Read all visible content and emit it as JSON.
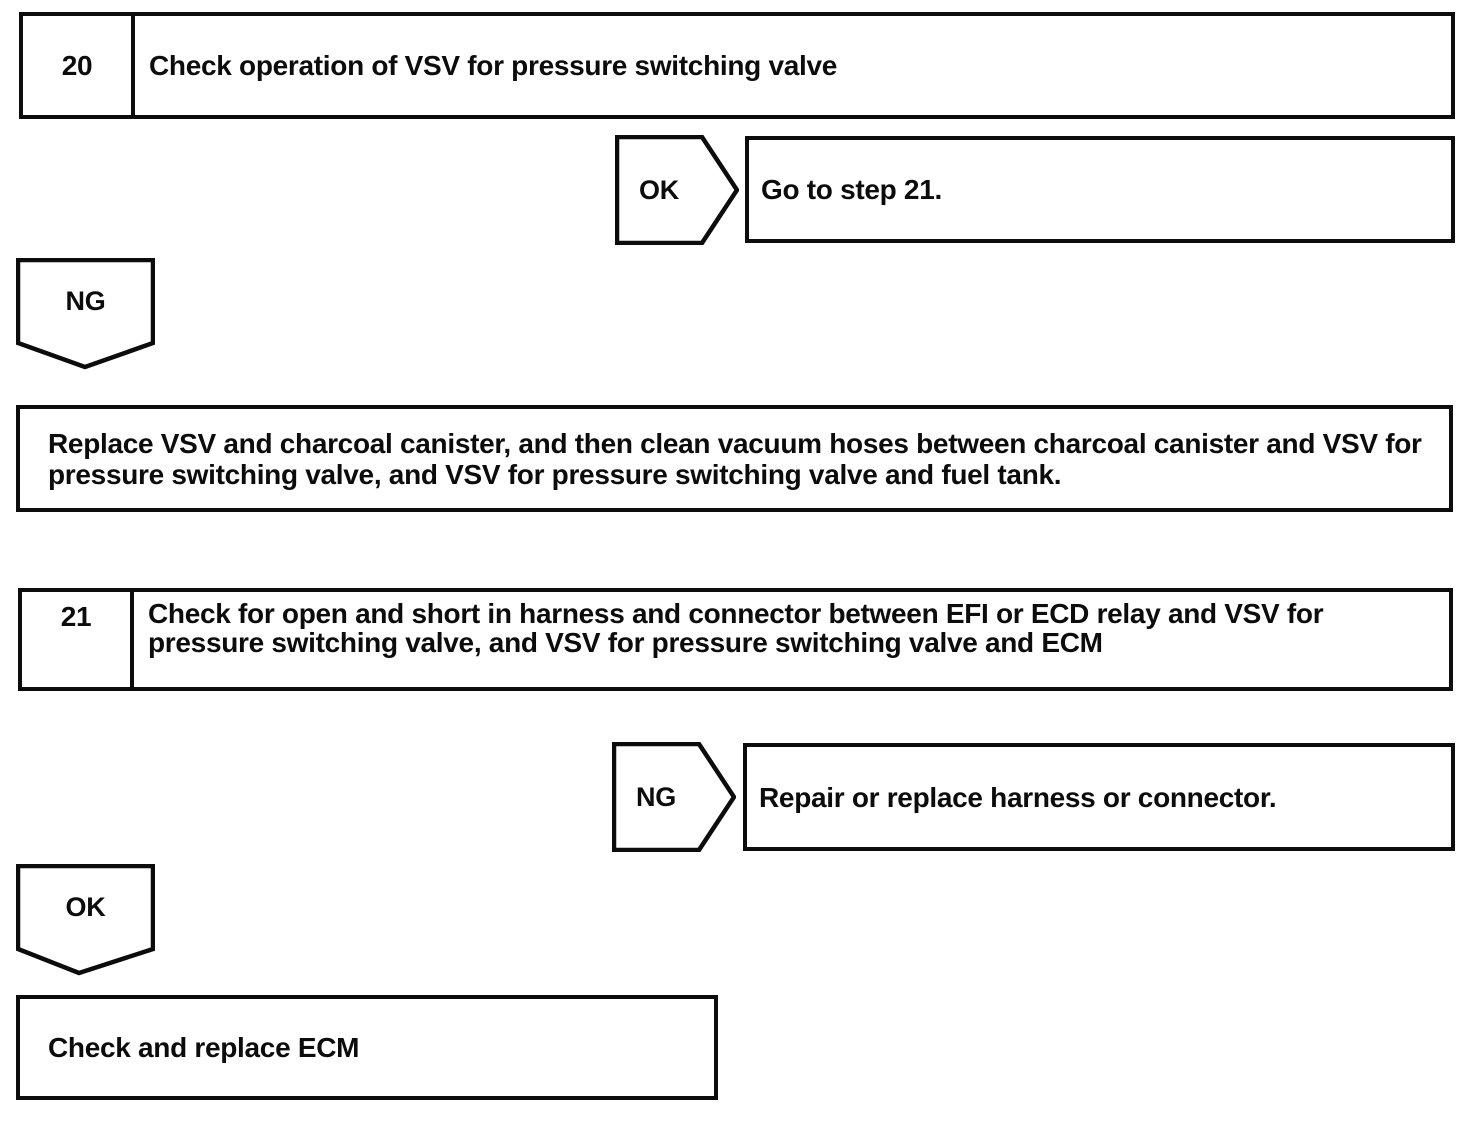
{
  "colors": {
    "line": "#0c0c0c",
    "background": "#ffffff",
    "text": "#0c0c0c"
  },
  "steps": [
    {
      "number": "20",
      "title": "Check operation of VSV for pressure switching valve",
      "ok": {
        "label": "OK",
        "result": "Go to step 21."
      },
      "ng": {
        "label": "NG",
        "result": "Replace VSV and charcoal canister, and then clean vacuum hoses between charcoal canister and VSV for pressure switching valve, and VSV for pressure switching valve and fuel tank."
      }
    },
    {
      "number": "21",
      "title": "Check for open and short in harness and connector between EFI or ECD relay and VSV for pressure switching valve, and VSV for pressure switching valve and ECM",
      "ng": {
        "label": "NG",
        "result": "Repair or replace harness or connector."
      },
      "ok": {
        "label": "OK",
        "result": "Check and replace ECM"
      }
    }
  ]
}
